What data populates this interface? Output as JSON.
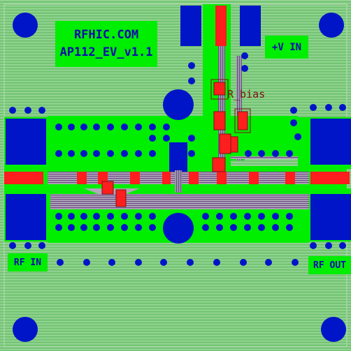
{
  "board": {
    "title_line1": "RFHIC.COM",
    "title_line2": "AP112_EV_v1.1"
  },
  "labels": {
    "vin": "+V IN",
    "rf_in": "RF IN",
    "rf_out": "RF OUT",
    "r_bias": "R_bias"
  },
  "colors": {
    "substrate": "#7cc87c",
    "copper": "#00ee00",
    "pad": "#ff1e1e",
    "via": "#0014c8",
    "text": "#0a0ab0"
  }
}
